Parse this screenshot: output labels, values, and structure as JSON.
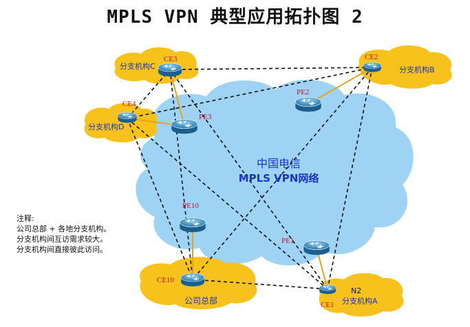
{
  "title": "MPLS VPN 典型应用拓扑图 2",
  "cloud": {
    "line1": "中国电信",
    "line2": "MPLS VPN网络"
  },
  "routers": {
    "pe1": "PE1",
    "pe2": "PE2",
    "pe3": "PE3",
    "pe10": "PE10",
    "ce1": "CE1",
    "ce2": "CE2",
    "ce3": "CE3",
    "ce4": "CE4",
    "ce10": "CE10"
  },
  "sites": {
    "branch_a": "分支机构A",
    "branch_b": "分支机构B",
    "branch_c": "分支机构C",
    "branch_d": "分支机构D",
    "hq": "公司总部",
    "n2": "N2"
  },
  "notes": {
    "heading": "注释:",
    "line1": "公司总部 + 各地分支机构。",
    "line2": "分支机构间互访需求较大。",
    "line3": "分支机构间直接彼此访问。"
  },
  "colors": {
    "cloud_blue": "#9ed3f4",
    "site_yellow": "#f6c21b",
    "router_blue": "#2e89c2",
    "access_link": "#e2a51c",
    "label_red": "#c8102e",
    "label_blue": "#1a33c9"
  }
}
